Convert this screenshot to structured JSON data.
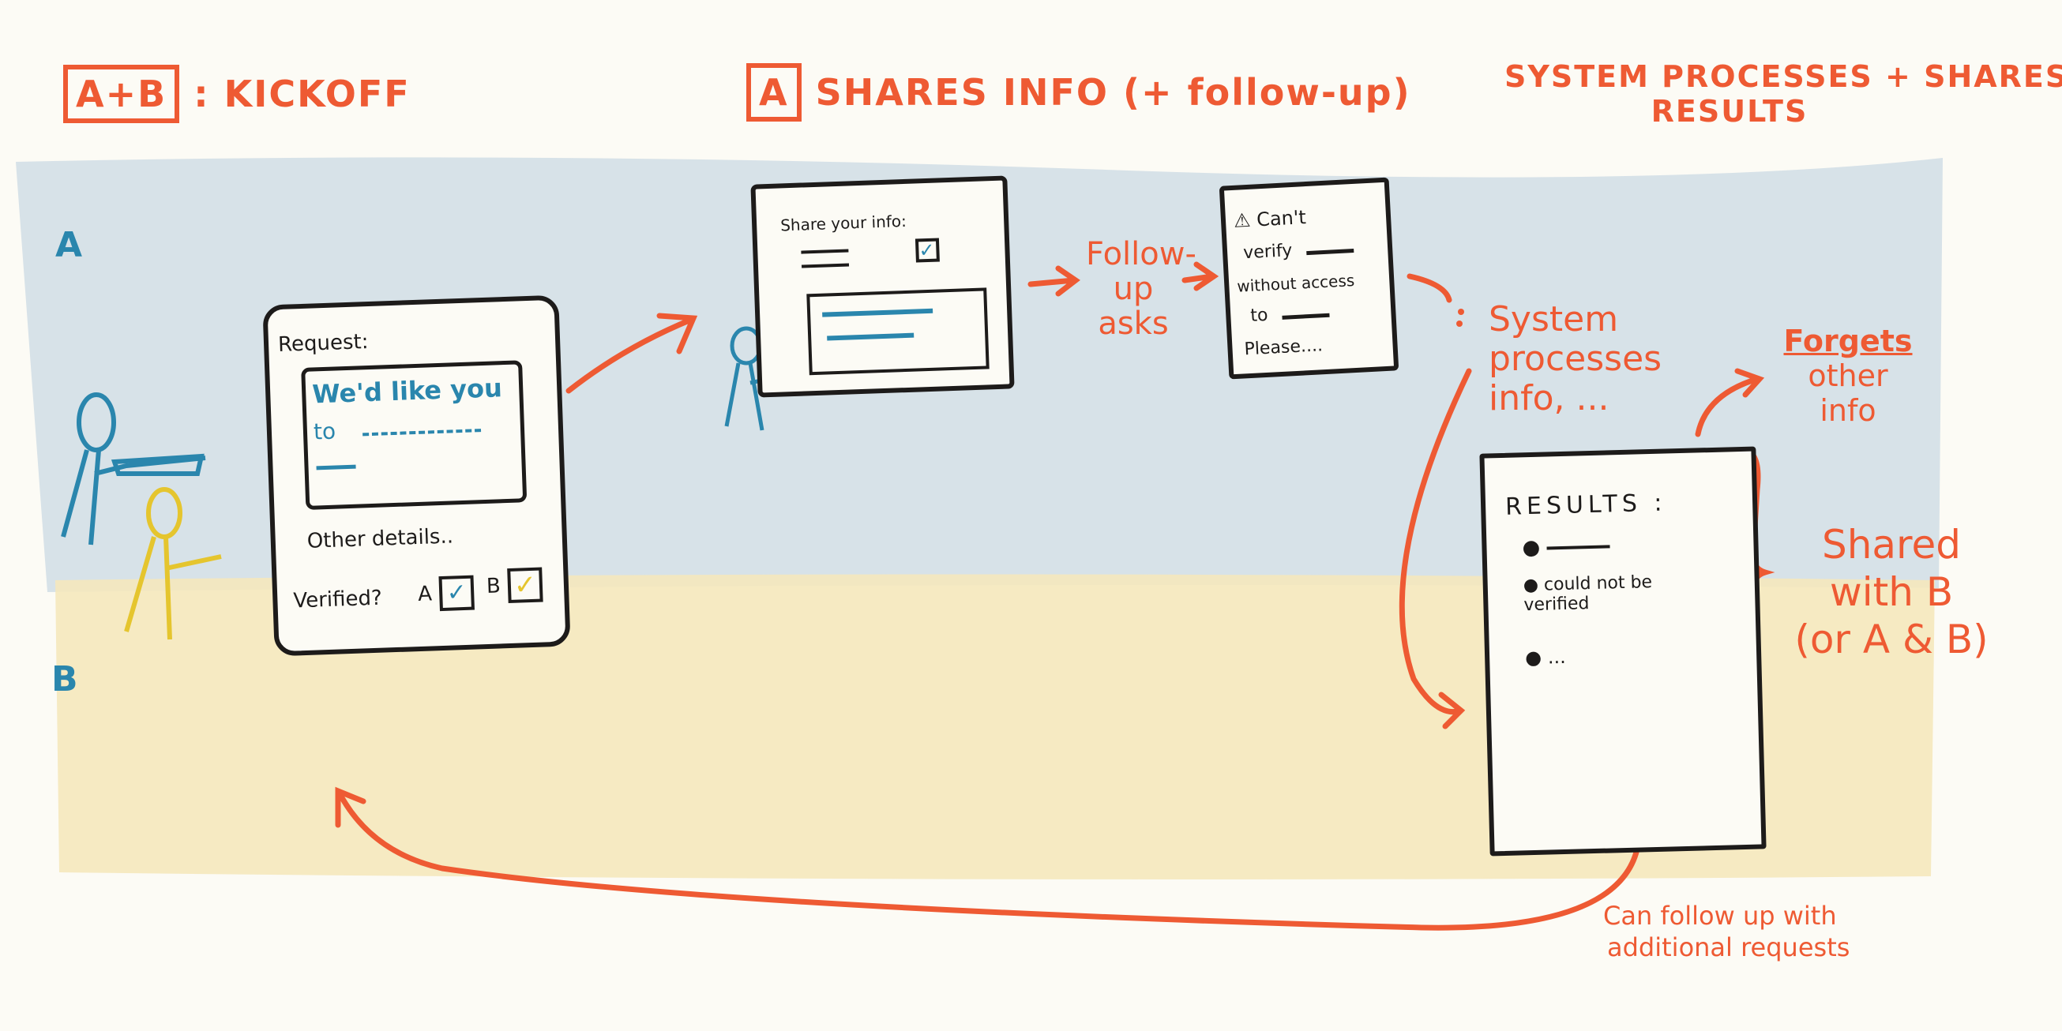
{
  "colors": {
    "accent": "#ee5a33",
    "party_a": "#2a86ad",
    "party_b": "#e5c52e",
    "band_a": "#d3dfe7",
    "band_b": "#f5e8bc",
    "ink": "#1d1b1a"
  },
  "lanes": {
    "a_label": "A",
    "b_label": "B"
  },
  "phases": {
    "kickoff": {
      "tag": "A+B",
      "title": ": KICKOFF"
    },
    "share": {
      "tag": "A",
      "title": "SHARES INFO (+ follow-up)"
    },
    "system": {
      "title_line1": "SYSTEM PROCESSES + SHARES",
      "title_line2": "RESULTS"
    }
  },
  "request_card": {
    "label": "Request:",
    "body": "We'd like you",
    "body2": "to",
    "other": "Other details..",
    "verified": "Verified?",
    "a": "A",
    "b": "B"
  },
  "share_card": {
    "label": "Share your info:"
  },
  "followup_label": {
    "line1": "Follow-",
    "line2": "up",
    "line3": "asks"
  },
  "warning_card": {
    "line1": "Can't",
    "line2": "verify",
    "line3": "without access",
    "line4": "to",
    "line5": "Please...."
  },
  "system_note": {
    "line1": "System",
    "line2": "processes",
    "line3": "info, ..."
  },
  "forgets_note": {
    "line1": "Forgets",
    "line2": "other",
    "line3": "info"
  },
  "results_card": {
    "title": "RESULTS :",
    "item2": "could not be verified",
    "item3": "..."
  },
  "shared_note": {
    "line1": "Shared",
    "line2": "with B",
    "line3": "(or A & B)"
  },
  "followup_bottom": {
    "line1": "Can follow up with",
    "line2": "additional requests"
  }
}
